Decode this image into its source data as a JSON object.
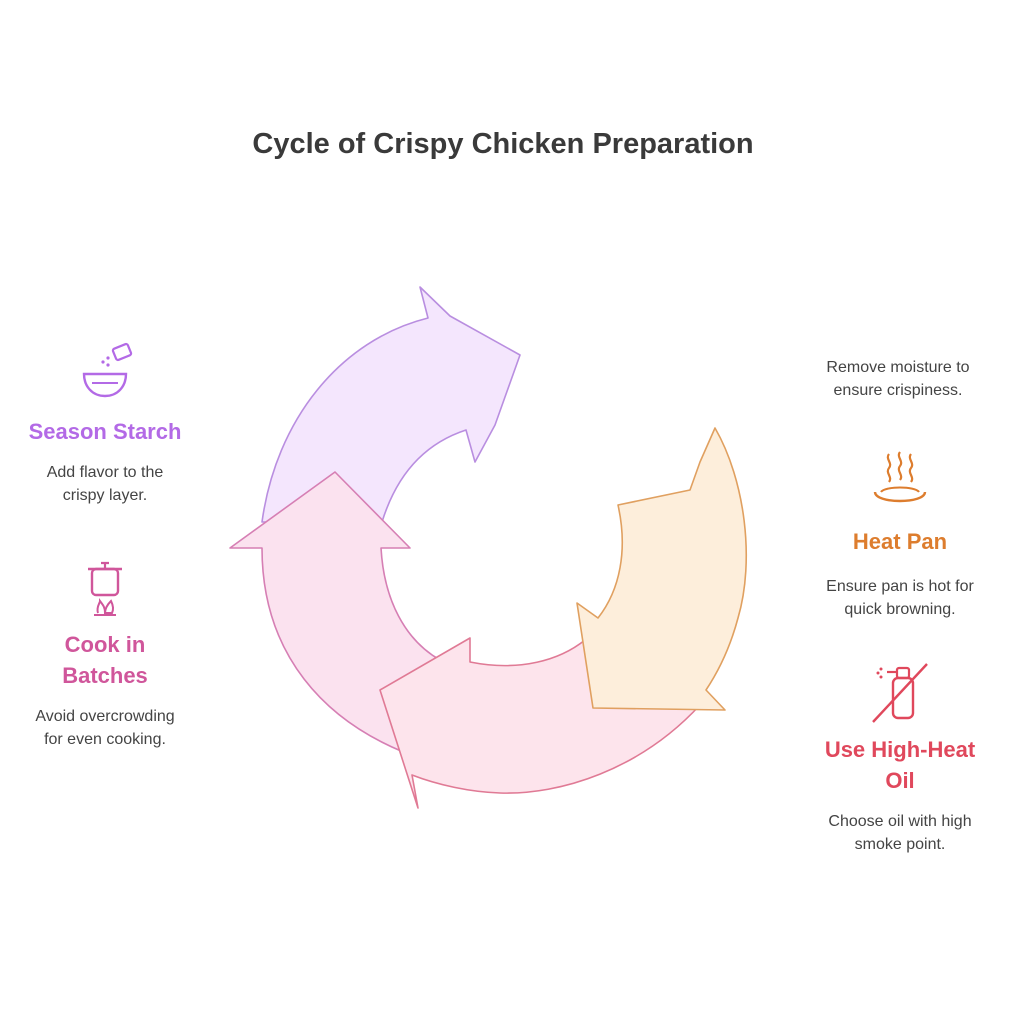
{
  "title": "Cycle of Crispy Chicken Preparation",
  "steps": {
    "season_starch": {
      "heading": "Season Starch",
      "description_lines": [
        "Add flavor to the",
        "crispy layer."
      ],
      "icon": "seasoning-bowl-icon",
      "color": "#b36ae6"
    },
    "cook_in_batches": {
      "heading_lines": [
        "Cook in",
        "Batches"
      ],
      "description_lines": [
        "Avoid overcrowding",
        "for even cooking."
      ],
      "icon": "cooking-pot-icon",
      "color": "#d0569b"
    },
    "remove_moisture": {
      "description_lines": [
        "Remove moisture to",
        "ensure crispiness."
      ]
    },
    "heat_pan": {
      "heading": "Heat Pan",
      "description_lines": [
        "Ensure pan is hot for",
        "quick browning."
      ],
      "icon": "heat-pan-icon",
      "color": "#dd7d2e"
    },
    "high_heat_oil": {
      "heading_lines": [
        "Use High-Heat",
        "Oil"
      ],
      "description_lines": [
        "Choose oil with high",
        "smoke point."
      ],
      "icon": "oil-spray-icon",
      "color": "#e0485c"
    }
  },
  "arrow_colors": {
    "season": "#f4e6fd",
    "batches": "#fbe2ef",
    "oil": "#fde4ec",
    "heat": "#fdeedb"
  }
}
